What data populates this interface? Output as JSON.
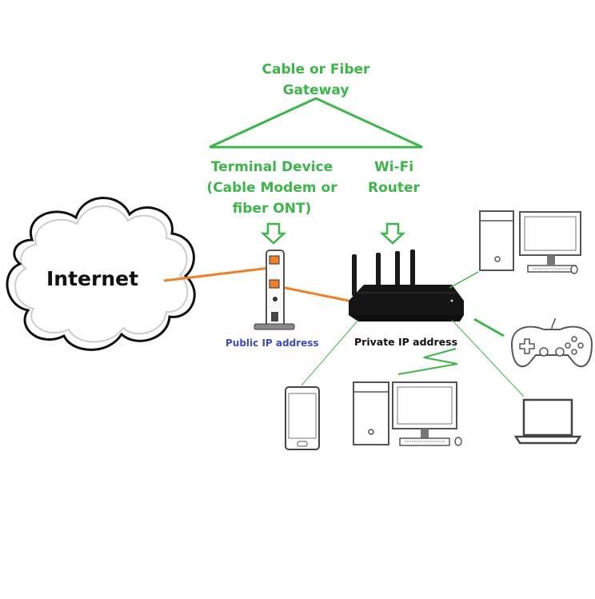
{
  "labels": {
    "gateway_line1": "Cable or Fiber",
    "gateway_line2": "Gateway",
    "terminal_line1": "Terminal Device",
    "terminal_line2": "(Cable Modem or",
    "terminal_line3": "fiber ONT)",
    "wifi_line1": "Wi-Fi",
    "wifi_line2": "Router",
    "internet": "Internet",
    "public_ip": "Public IP address",
    "private_ip": "Private IP address"
  },
  "colors": {
    "green_text": "#3db54a",
    "green_line": "#3db54a",
    "orange_cable": "#f07f2a",
    "public_ip_text": "#3b4bc4",
    "device_outline": "#555555"
  },
  "icons": [
    "cloud-icon",
    "modem-icon",
    "router-icon",
    "down-arrow-icon",
    "desktop-computer-icon",
    "game-controller-icon",
    "laptop-icon",
    "smartphone-icon"
  ]
}
